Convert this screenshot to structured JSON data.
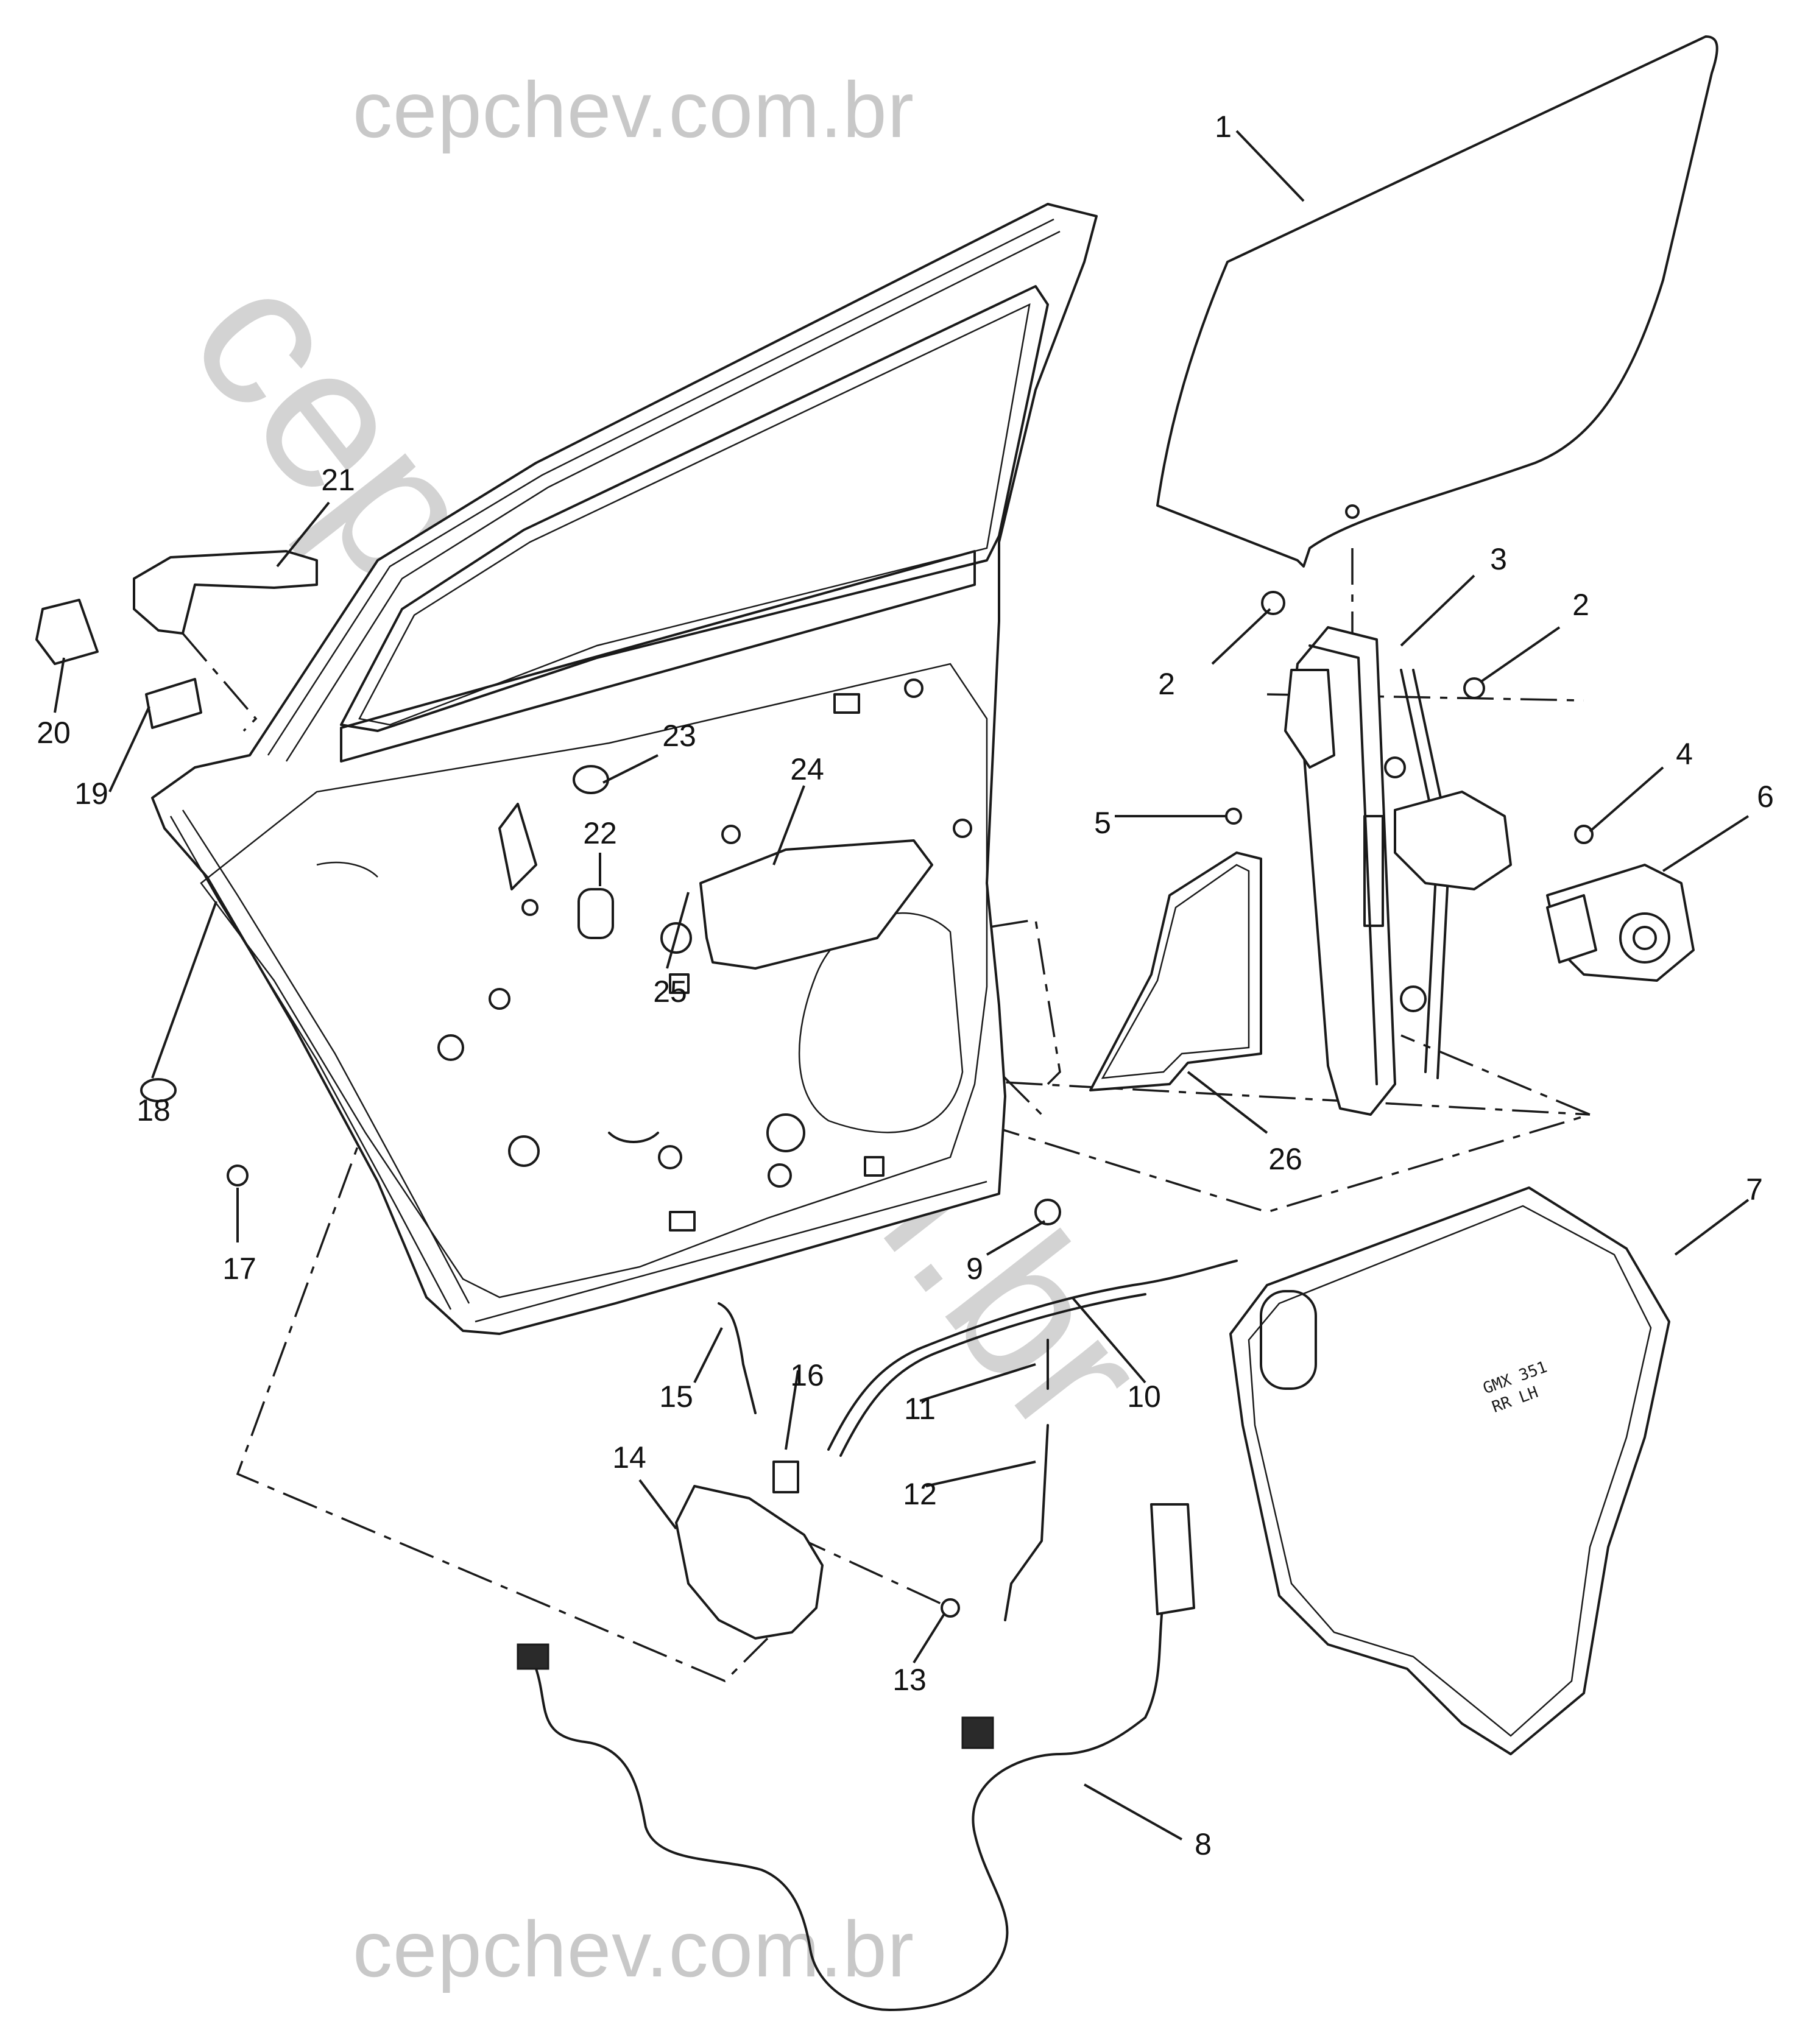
{
  "watermark": {
    "top": "cepchev.com.br",
    "bottom": "cepchev.com.br",
    "diagonal": "cepchev.com.br"
  },
  "part_stamp": {
    "line1": "GMX 351",
    "line2": "RR LH"
  },
  "callouts": [
    "1",
    "2",
    "3",
    "4",
    "5",
    "6",
    "7",
    "8",
    "9",
    "10",
    "11",
    "12",
    "13",
    "14",
    "15",
    "16",
    "17",
    "18",
    "19",
    "20",
    "21",
    "22",
    "23",
    "24",
    "25",
    "26"
  ]
}
